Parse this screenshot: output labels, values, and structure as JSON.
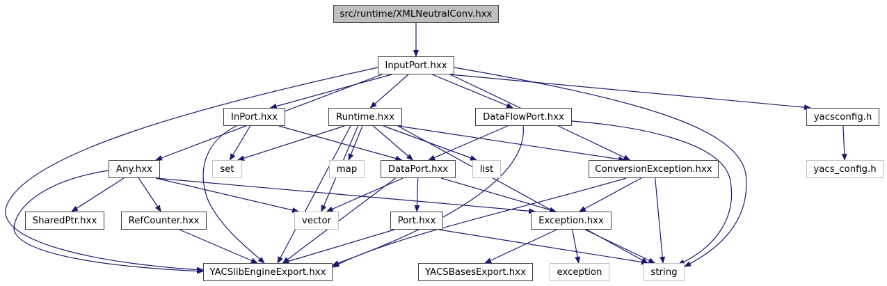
{
  "title": "src/runtime/XMLNeutralConv.hxx",
  "colors": {
    "edge": "#191970",
    "root_fill": "#bfbfbf",
    "node_border": "#404040",
    "external_border": "#bfbfbf"
  },
  "nodes": [
    {
      "id": "root",
      "label": "src/runtime/XMLNeutralConv.hxx",
      "kind": "root"
    },
    {
      "id": "InputPort",
      "label": "InputPort.hxx",
      "kind": "file"
    },
    {
      "id": "InPort",
      "label": "InPort.hxx",
      "kind": "file"
    },
    {
      "id": "Runtime",
      "label": "Runtime.hxx",
      "kind": "file"
    },
    {
      "id": "DataFlowPort",
      "label": "DataFlowPort.hxx",
      "kind": "file"
    },
    {
      "id": "yacsconfig",
      "label": "yacsconfig.h",
      "kind": "file"
    },
    {
      "id": "Any",
      "label": "Any.hxx",
      "kind": "file"
    },
    {
      "id": "set",
      "label": "set",
      "kind": "external"
    },
    {
      "id": "map",
      "label": "map",
      "kind": "external"
    },
    {
      "id": "DataPort",
      "label": "DataPort.hxx",
      "kind": "file"
    },
    {
      "id": "list",
      "label": "list",
      "kind": "external"
    },
    {
      "id": "ConversionException",
      "label": "ConversionException.hxx",
      "kind": "file"
    },
    {
      "id": "yacs_config",
      "label": "yacs_config.h",
      "kind": "external"
    },
    {
      "id": "SharedPtr",
      "label": "SharedPtr.hxx",
      "kind": "file"
    },
    {
      "id": "RefCounter",
      "label": "RefCounter.hxx",
      "kind": "file"
    },
    {
      "id": "vector",
      "label": "vector",
      "kind": "external"
    },
    {
      "id": "Port",
      "label": "Port.hxx",
      "kind": "file"
    },
    {
      "id": "Exception",
      "label": "Exception.hxx",
      "kind": "file"
    },
    {
      "id": "YACSlibEngineExport",
      "label": "YACSlibEngineExport.hxx",
      "kind": "file"
    },
    {
      "id": "YACSBasesExport",
      "label": "YACSBasesExport.hxx",
      "kind": "file"
    },
    {
      "id": "exception",
      "label": "exception",
      "kind": "external"
    },
    {
      "id": "string",
      "label": "string",
      "kind": "external"
    }
  ],
  "edges": [
    [
      "root",
      "InputPort"
    ],
    [
      "InputPort",
      "InPort"
    ],
    [
      "InputPort",
      "Runtime"
    ],
    [
      "InputPort",
      "DataFlowPort"
    ],
    [
      "InputPort",
      "yacsconfig"
    ],
    [
      "InputPort",
      "Any"
    ],
    [
      "InputPort",
      "ConversionException"
    ],
    [
      "InputPort",
      "string"
    ],
    [
      "InputPort",
      "YACSlibEngineExport"
    ],
    [
      "InPort",
      "set"
    ],
    [
      "InPort",
      "DataPort"
    ],
    [
      "InPort",
      "YACSlibEngineExport"
    ],
    [
      "Runtime",
      "set"
    ],
    [
      "Runtime",
      "map"
    ],
    [
      "Runtime",
      "DataPort"
    ],
    [
      "Runtime",
      "list"
    ],
    [
      "Runtime",
      "vector"
    ],
    [
      "Runtime",
      "ConversionException"
    ],
    [
      "Runtime",
      "string"
    ],
    [
      "Runtime",
      "YACSlibEngineExport"
    ],
    [
      "DataFlowPort",
      "DataPort"
    ],
    [
      "DataFlowPort",
      "string"
    ],
    [
      "DataFlowPort",
      "YACSlibEngineExport"
    ],
    [
      "yacsconfig",
      "yacs_config"
    ],
    [
      "Any",
      "SharedPtr"
    ],
    [
      "Any",
      "RefCounter"
    ],
    [
      "Any",
      "vector"
    ],
    [
      "Any",
      "Exception"
    ],
    [
      "Any",
      "YACSlibEngineExport"
    ],
    [
      "DataPort",
      "vector"
    ],
    [
      "DataPort",
      "Port"
    ],
    [
      "DataPort",
      "Exception"
    ],
    [
      "DataPort",
      "YACSlibEngineExport"
    ],
    [
      "ConversionException",
      "Exception"
    ],
    [
      "ConversionException",
      "string"
    ],
    [
      "ConversionException",
      "YACSlibEngineExport"
    ],
    [
      "RefCounter",
      "YACSlibEngineExport"
    ],
    [
      "Port",
      "string"
    ],
    [
      "Port",
      "YACSlibEngineExport"
    ],
    [
      "Exception",
      "YACSBasesExport"
    ],
    [
      "Exception",
      "exception"
    ],
    [
      "Exception",
      "string"
    ]
  ]
}
